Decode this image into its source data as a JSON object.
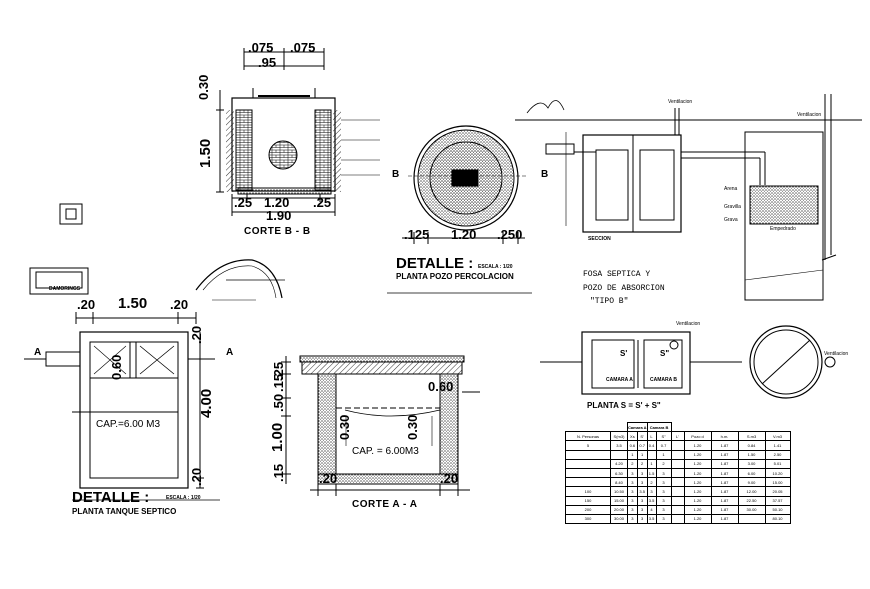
{
  "corte_bb": {
    "dims_top": [
      ".075",
      ".075"
    ],
    "dim_top_total": ".95",
    "dim_left_top": "0.30",
    "dim_left_height": "1.50",
    "dims_bottom": [
      ".25",
      "1.20",
      ".25"
    ],
    "dim_bottom_total": "1.90",
    "title": "CORTE B - B"
  },
  "pozo": {
    "scale": "ESCALA :  1/20",
    "section_marks": [
      "B",
      "B"
    ],
    "dims_bottom": [
      ".125",
      "1.20",
      ".250"
    ],
    "title": "PLANTA POZO PERCOLACION"
  },
  "detalle_top": {
    "title": "DETALLE :"
  },
  "domingos_label": "DAMORINGS",
  "fosa": {
    "labels": {
      "ventilacion_1": "Ventilacion",
      "ventilacion_2": "Ventilacion",
      "seccion": "SECCION",
      "arena": "Arena",
      "gravilla": "Gravilla",
      "grava": "Grava",
      "empedrado": "Empedrado"
    },
    "title_lines": [
      "FOSA SEPTICA Y",
      "POZO DE ABSORCION",
      "\"TIPO B\""
    ]
  },
  "plan_fosa": {
    "ventilacion_1": "Ventilacion",
    "ventilacion_2": "Ventilacion",
    "s_prime": "S'",
    "s_double": "S\"",
    "camara_a": "CAMARA A",
    "camara_b": "CAMARA B",
    "planta_eq": "PLANTA    S = S' + S\""
  },
  "tanque": {
    "dims_top": [
      ".20",
      "1.50",
      ".20"
    ],
    "dim_right_top": ".20",
    "dim_left": "0.60",
    "dim_right": "4.00",
    "dim_bottom": ".20",
    "section_marks": [
      "A",
      "A"
    ],
    "cap": "CAP.=6.00  M3",
    "detail_title": "DETALLE :",
    "scale": "ESCALA :  1/20",
    "subtitle": "PLANTA TANQUE SEPTICO"
  },
  "corte_aa": {
    "dims_left": [
      ".25",
      ".15",
      ".50",
      "1.00",
      ".15"
    ],
    "dim_dot30_left": "0.30",
    "dim_dot30_right": "0.30",
    "dim_060": "0.60",
    "dims_bottom": [
      ".20",
      ".20"
    ],
    "cap": "CAP. = 6.00M3",
    "title": "CORTE A - A"
  },
  "capacity_table": {
    "group_headers": [
      "Camara A",
      "Camara B"
    ],
    "headers": [
      "N. Personas",
      "S(m3)",
      "Xs",
      "S'",
      "L",
      "S\"",
      "L'",
      "Pozo d",
      "h.m.",
      "S.m3",
      "V.m3"
    ],
    "rows": [
      [
        "5",
        "3.5",
        "0.6",
        "0.7",
        "0.4",
        "0.7",
        "1.20",
        "1.87",
        "0.84",
        "1.41"
      ],
      [
        "",
        "",
        "1",
        "1",
        "",
        "1",
        "1.20",
        "1.87",
        "1.50",
        "2.50"
      ],
      [
        "",
        "4.20",
        "2",
        "2",
        "1",
        "2",
        "1.20",
        "1.87",
        "3.00",
        "5.01"
      ],
      [
        "",
        "6.30",
        "3",
        "3",
        "1.5",
        "3",
        "1.20",
        "1.87",
        "6.00",
        "10.20"
      ],
      [
        "",
        "8.40",
        "3",
        "3",
        "2",
        "3",
        "1.20",
        "1.87",
        "9.00",
        "15.00"
      ],
      [
        "100",
        "10.50",
        "3",
        "3.5",
        "3",
        "3",
        "1.20",
        "1.87",
        "12.00",
        "20.05"
      ],
      [
        "150",
        "15.00",
        "3",
        "3",
        "3.5",
        "3",
        "1.20",
        "1.87",
        "22.50",
        "37.57"
      ],
      [
        "200",
        "20.00",
        "3",
        "3",
        "4",
        "3",
        "1.20",
        "1.87",
        "30.00",
        "50.10"
      ],
      [
        "300",
        "30.00",
        "3",
        "3",
        "3.5",
        "3",
        "1.20",
        "1.87",
        "",
        "80.10"
      ]
    ]
  },
  "colors": {
    "ink": "#000000",
    "paper": "#ffffff"
  }
}
